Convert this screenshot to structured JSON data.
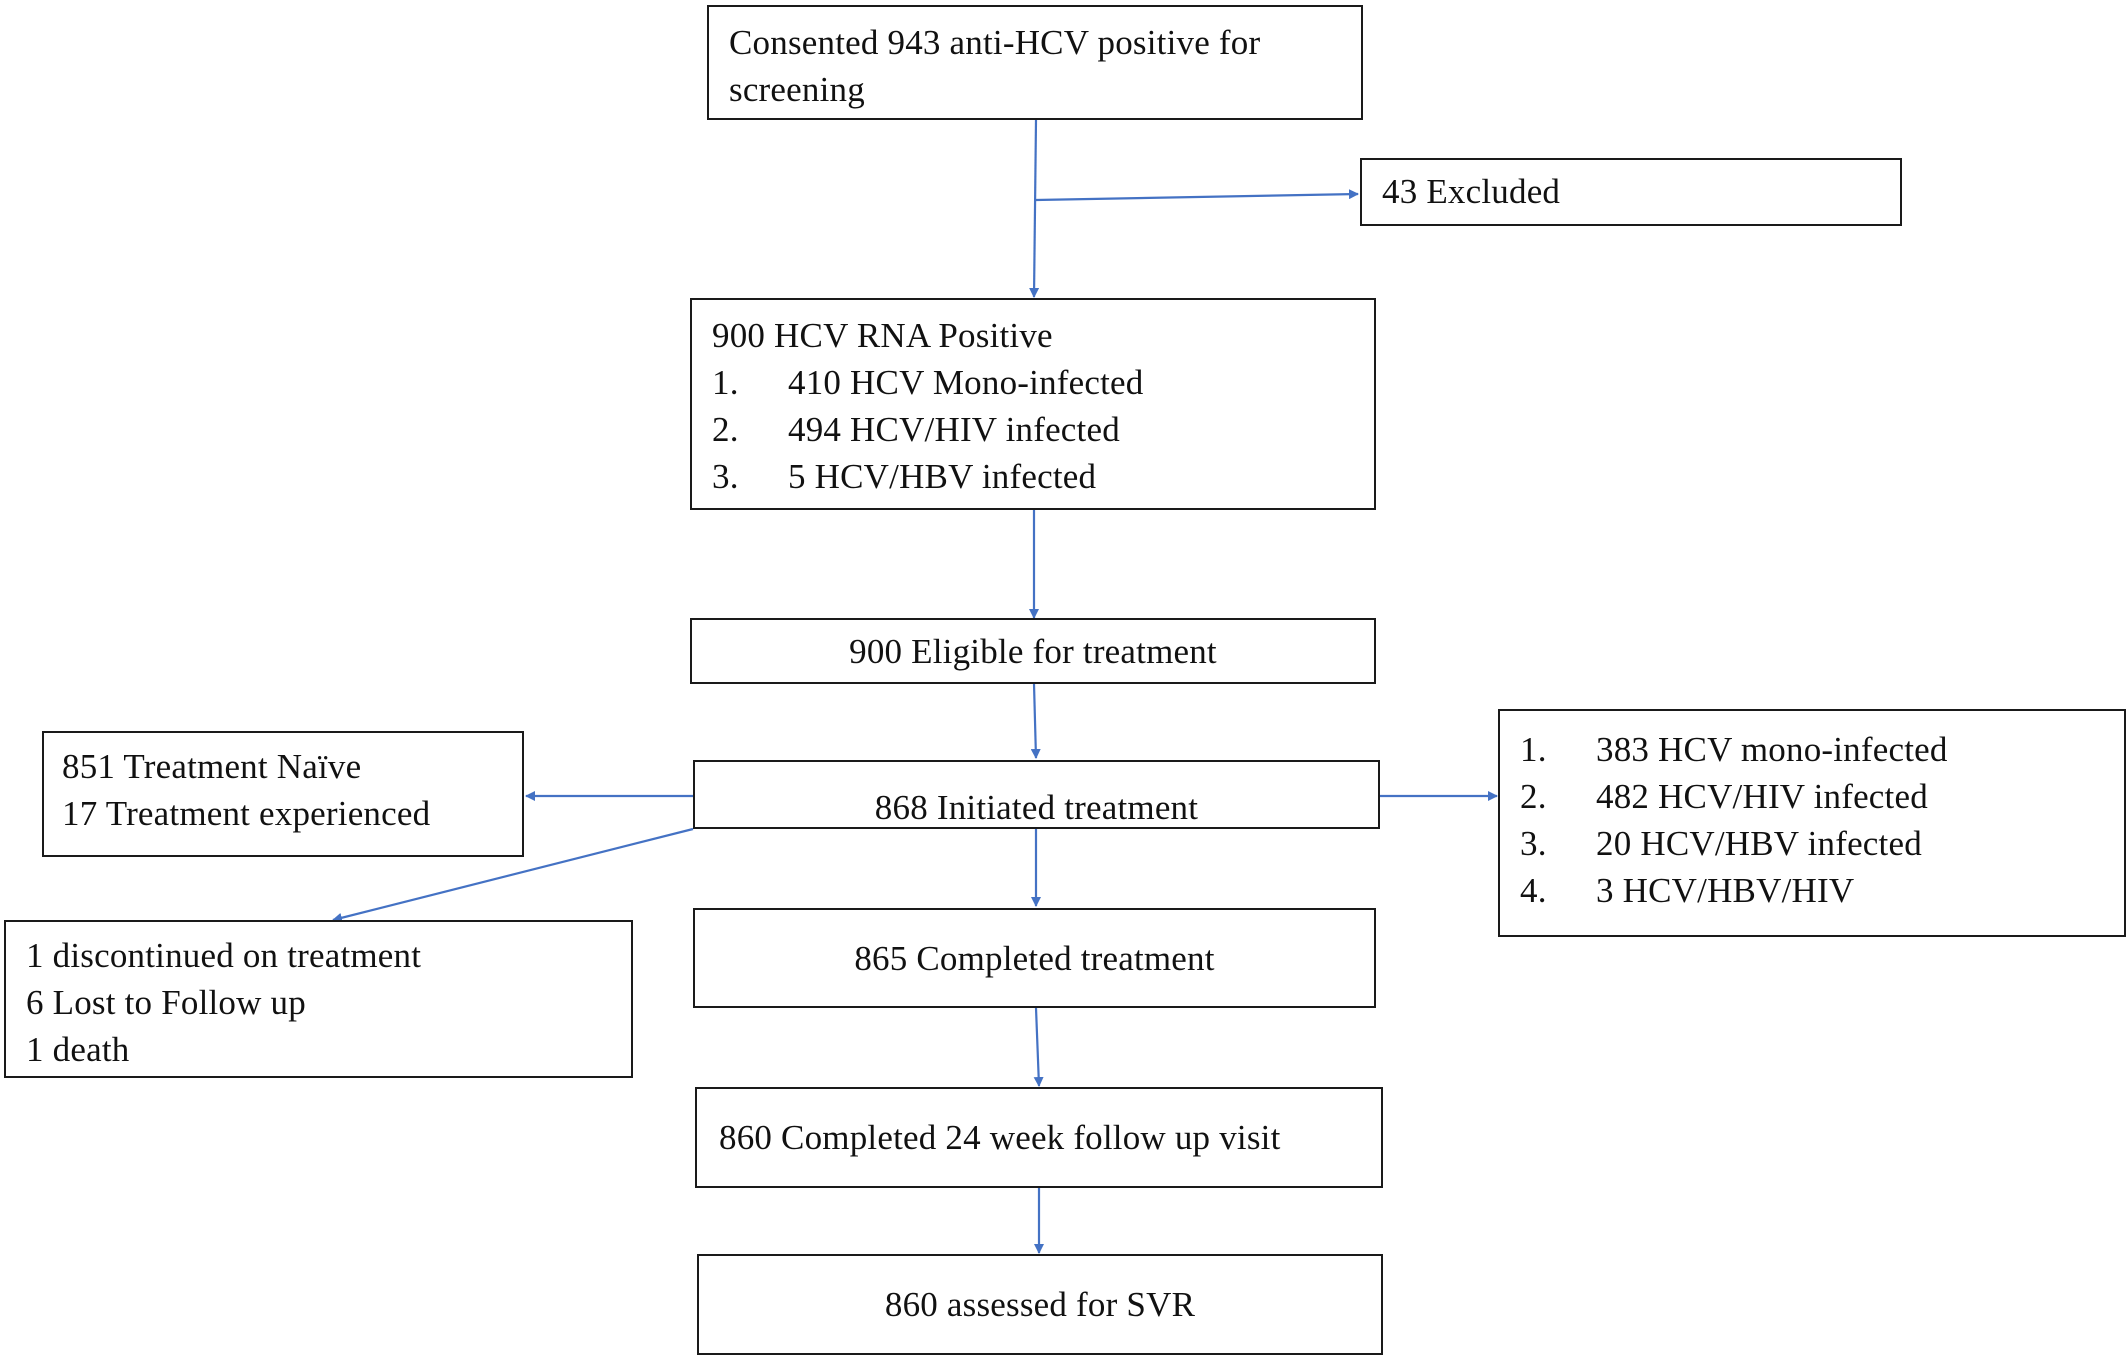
{
  "flowchart": {
    "consented": "Consented 943 anti-HCV positive for screening",
    "consented_line1": "Consented 943 anti-HCV positive for",
    "consented_line2": "screening",
    "excluded": "43 Excluded",
    "rna_positive": {
      "title": "900 HCV RNA Positive",
      "items": [
        {
          "num": "1.",
          "text": "410 HCV Mono-infected"
        },
        {
          "num": "2.",
          "text": "494 HCV/HIV infected"
        },
        {
          "num": "3.",
          "text": "5 HCV/HBV infected"
        }
      ]
    },
    "eligible": "900 Eligible for treatment",
    "initiated": "868 Initiated treatment",
    "history": [
      "851 Treatment Naïve",
      "17 Treatment experienced"
    ],
    "infection_types": [
      {
        "num": "1.",
        "text": "383 HCV mono-infected"
      },
      {
        "num": "2.",
        "text": "482 HCV/HIV infected"
      },
      {
        "num": "3.",
        "text": "20 HCV/HBV infected"
      },
      {
        "num": "4.",
        "text": "3 HCV/HBV/HIV"
      }
    ],
    "losses": [
      "1 discontinued on treatment",
      "6 Lost to Follow up",
      "1 death"
    ],
    "completed": "865 Completed treatment",
    "followup": "860 Completed 24 week follow up visit",
    "svr": "860 assessed for SVR"
  },
  "colors": {
    "arrow": "#4472c4",
    "border": "#1a1a1a"
  }
}
